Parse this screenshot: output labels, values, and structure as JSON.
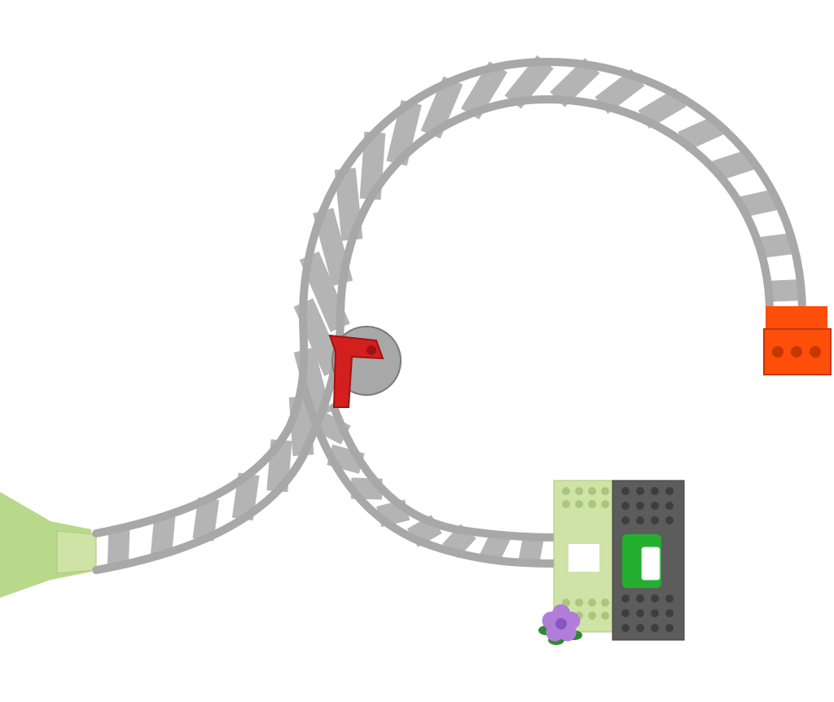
{
  "scene": {
    "subject": "duplo-train-track-layout",
    "background": "#ffffff"
  },
  "colors": {
    "rail": "#a8a8a8",
    "rail_dark": "#8c8c8c",
    "rail_edge": "#7a7a7a",
    "sleeper": "#b4b4b4",
    "switch_lever": "#d41f1f",
    "switch_lever_dark": "#9e1212",
    "buffer_stop": "#ff4d0a",
    "buffer_stop_dark": "#c43700",
    "ramp_green": "#b9d98a",
    "station_lime": "#cfe3a6",
    "station_lime_dark": "#a9c77c",
    "station_grey": "#5c5c5c",
    "station_grey_dark": "#3e3e3e",
    "signal_green": "#22b02e",
    "flower_purple": "#b07ed9",
    "flower_center": "#8a55c2",
    "leaf_green": "#2f8a2f"
  },
  "objects": [
    {
      "name": "loop-track",
      "icon": "curved-rail"
    },
    {
      "name": "switch-lever",
      "icon": "lever"
    },
    {
      "name": "buffer-stop",
      "icon": "stop-block"
    },
    {
      "name": "entry-ramp",
      "icon": "ramp"
    },
    {
      "name": "station-platform",
      "icon": "platform"
    },
    {
      "name": "flower",
      "icon": "flower"
    }
  ]
}
